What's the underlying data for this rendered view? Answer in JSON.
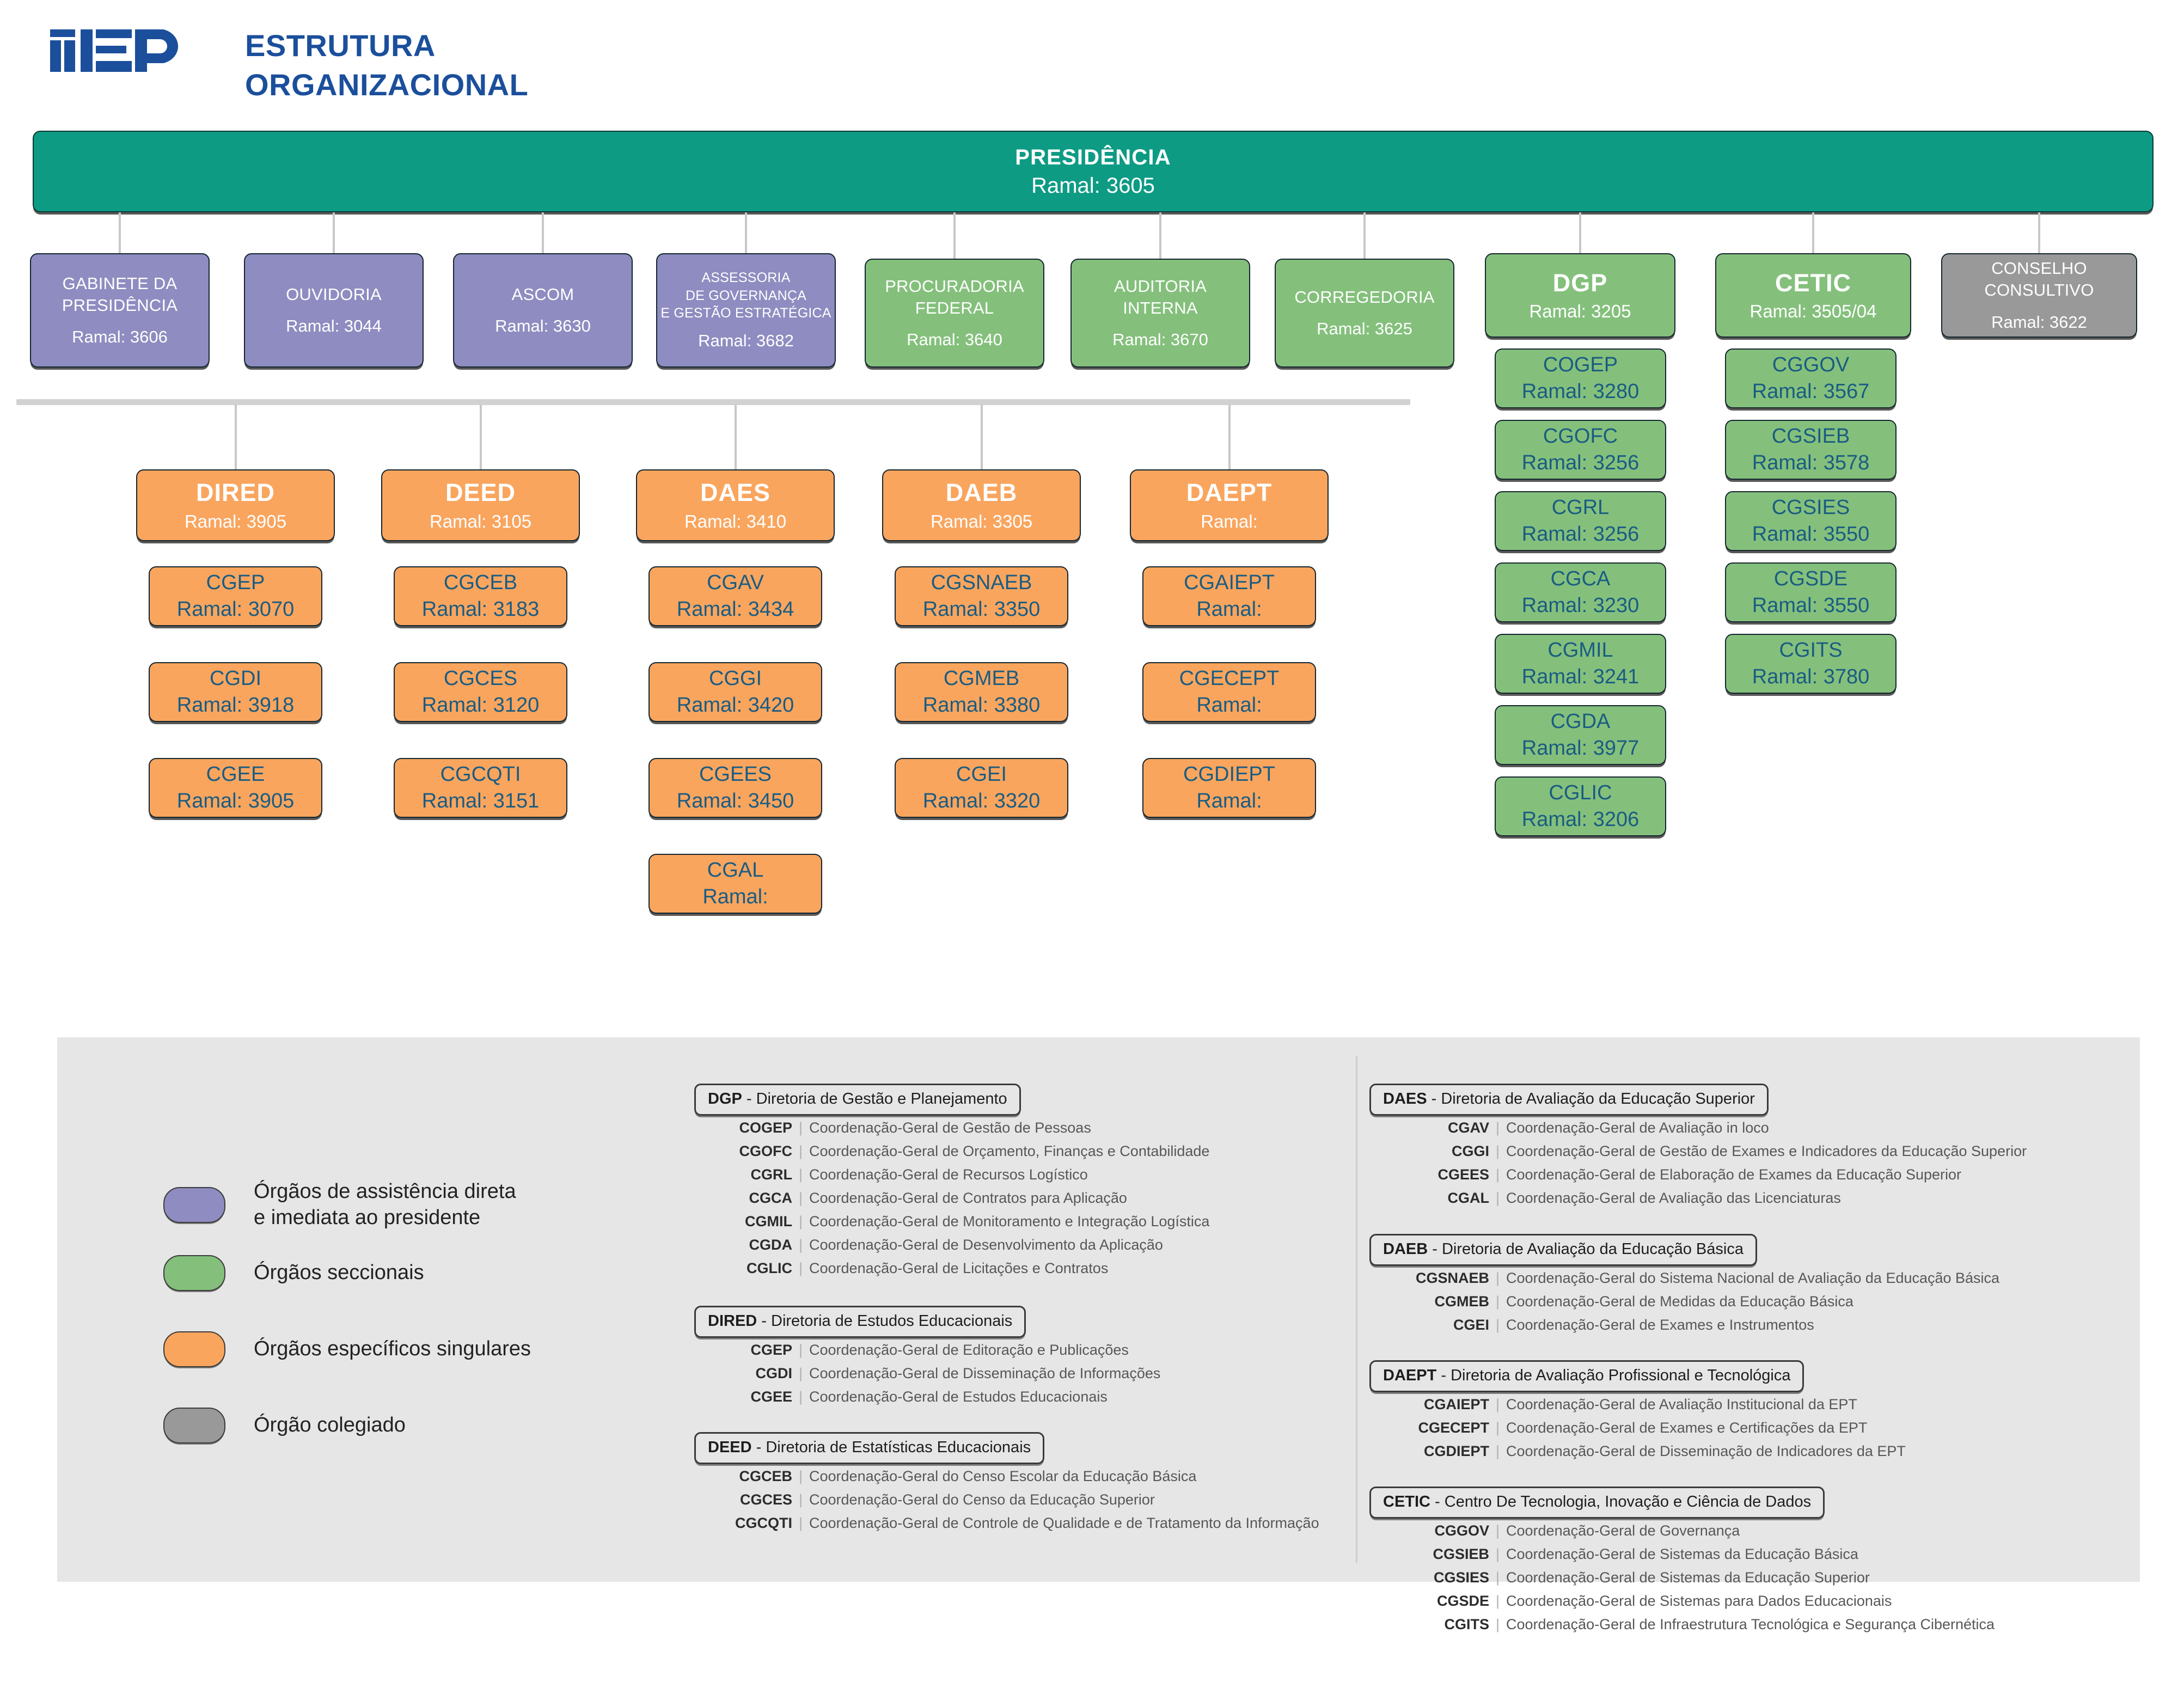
{
  "header": {
    "logo_alt": "INEP",
    "title_line1": "ESTRUTURA",
    "title_line2": "ORGANIZACIONAL",
    "brand_color": "#1b4f9c"
  },
  "colors": {
    "presidency": "#0d9b84",
    "assistance": "#8e8cc0",
    "sectional": "#84c07c",
    "specific": "#f9a55e",
    "collegiate": "#999999",
    "sub_text": "#1a5c82",
    "panel_bg": "#e6e6e6"
  },
  "presidency": {
    "title": "PRESIDÊNCIA",
    "ramal": "Ramal: 3605"
  },
  "row1": [
    {
      "title": "GABINETE DA\nPRESIDÊNCIA",
      "ramal": "Ramal: 3606",
      "type": "assistance"
    },
    {
      "title": "OUVIDORIA",
      "ramal": "Ramal: 3044",
      "type": "assistance"
    },
    {
      "title": "ASCOM",
      "ramal": "Ramal: 3630",
      "type": "assistance"
    },
    {
      "title": "ASSESSORIA\nDE GOVERNANÇA\nE GESTÃO ESTRATÉGICA",
      "ramal": "Ramal: 3682",
      "type": "assistance"
    },
    {
      "title": "PROCURADORIA\nFEDERAL",
      "ramal": "Ramal: 3640",
      "type": "sectional"
    },
    {
      "title": "AUDITORIA\nINTERNA",
      "ramal": "Ramal: 3670",
      "type": "sectional"
    },
    {
      "title": "CORREGEDORIA",
      "ramal": "Ramal: 3625",
      "type": "sectional"
    },
    {
      "title": "DGP",
      "ramal": "Ramal: 3205",
      "type": "sectional"
    },
    {
      "title": "CETIC",
      "ramal": "Ramal: 3505/04",
      "type": "sectional"
    },
    {
      "title": "CONSELHO\nCONSULTIVO",
      "ramal": "Ramal: 3622",
      "type": "collegiate"
    }
  ],
  "directorates": [
    {
      "title": "DIRED",
      "ramal": "Ramal: 3905",
      "children": [
        {
          "title": "CGEP",
          "ramal": "Ramal: 3070"
        },
        {
          "title": "CGDI",
          "ramal": "Ramal: 3918"
        },
        {
          "title": "CGEE",
          "ramal": "Ramal: 3905"
        }
      ]
    },
    {
      "title": "DEED",
      "ramal": "Ramal: 3105",
      "children": [
        {
          "title": "CGCEB",
          "ramal": "Ramal: 3183"
        },
        {
          "title": "CGCES",
          "ramal": "Ramal: 3120"
        },
        {
          "title": "CGCQTI",
          "ramal": "Ramal: 3151"
        }
      ]
    },
    {
      "title": "DAES",
      "ramal": "Ramal: 3410",
      "children": [
        {
          "title": "CGAV",
          "ramal": "Ramal: 3434"
        },
        {
          "title": "CGGI",
          "ramal": "Ramal: 3420"
        },
        {
          "title": "CGEES",
          "ramal": "Ramal: 3450"
        },
        {
          "title": "CGAL",
          "ramal": "Ramal:"
        }
      ]
    },
    {
      "title": "DAEB",
      "ramal": "Ramal: 3305",
      "children": [
        {
          "title": "CGSNAEB",
          "ramal": "Ramal: 3350"
        },
        {
          "title": "CGMEB",
          "ramal": "Ramal: 3380"
        },
        {
          "title": "CGEI",
          "ramal": "Ramal: 3320"
        }
      ]
    },
    {
      "title": "DAEPT",
      "ramal": "Ramal:",
      "children": [
        {
          "title": "CGAIEPT",
          "ramal": "Ramal:"
        },
        {
          "title": "CGECEPT",
          "ramal": "Ramal:"
        },
        {
          "title": "CGDIEPT",
          "ramal": "Ramal:"
        }
      ]
    }
  ],
  "dgp_children": [
    {
      "title": "COGEP",
      "ramal": "Ramal: 3280"
    },
    {
      "title": "CGOFC",
      "ramal": "Ramal: 3256"
    },
    {
      "title": "CGRL",
      "ramal": "Ramal: 3256"
    },
    {
      "title": "CGCA",
      "ramal": "Ramal: 3230"
    },
    {
      "title": "CGMIL",
      "ramal": "Ramal: 3241"
    },
    {
      "title": "CGDA",
      "ramal": "Ramal: 3977"
    },
    {
      "title": "CGLIC",
      "ramal": "Ramal: 3206"
    }
  ],
  "cetic_children": [
    {
      "title": "CGGOV",
      "ramal": "Ramal: 3567"
    },
    {
      "title": "CGSIEB",
      "ramal": "Ramal: 3578"
    },
    {
      "title": "CGSIES",
      "ramal": "Ramal: 3550"
    },
    {
      "title": "CGSDE",
      "ramal": "Ramal: 3550"
    },
    {
      "title": "CGITS",
      "ramal": "Ramal: 3780"
    }
  ],
  "legend": [
    {
      "color": "#8e8cc0",
      "label": "Órgãos de assistência direta\ne imediata ao presidente"
    },
    {
      "color": "#84c07c",
      "label": "Órgãos seccionais"
    },
    {
      "color": "#f9a55e",
      "label": "Órgãos específicos singulares"
    },
    {
      "color": "#999999",
      "label": "Órgão colegiado"
    }
  ],
  "glossary_left": [
    {
      "abbr": "DGP",
      "name": " - Diretoria de Gestão e Planejamento",
      "items": [
        {
          "abbr": "COGEP",
          "desc": "Coordenação-Geral de Gestão de Pessoas"
        },
        {
          "abbr": "CGOFC",
          "desc": "Coordenação-Geral de Orçamento, Finanças e Contabilidade"
        },
        {
          "abbr": "CGRL",
          "desc": "Coordenação-Geral de Recursos Logístico"
        },
        {
          "abbr": "CGCA",
          "desc": "Coordenação-Geral de Contratos para Aplicação"
        },
        {
          "abbr": "CGMIL",
          "desc": "Coordenação-Geral de Monitoramento e Integração Logística"
        },
        {
          "abbr": "CGDA",
          "desc": "Coordenação-Geral de Desenvolvimento da Aplicação"
        },
        {
          "abbr": "CGLIC",
          "desc": "Coordenação-Geral de Licitações e Contratos"
        }
      ]
    },
    {
      "abbr": "DIRED",
      "name": " - Diretoria de Estudos Educacionais",
      "items": [
        {
          "abbr": "CGEP",
          "desc": "Coordenação-Geral de Editoração e Publicações"
        },
        {
          "abbr": "CGDI",
          "desc": "Coordenação-Geral de Disseminação de Informações"
        },
        {
          "abbr": "CGEE",
          "desc": "Coordenação-Geral de Estudos Educacionais"
        }
      ]
    },
    {
      "abbr": "DEED",
      "name": " - Diretoria de Estatísticas Educacionais",
      "items": [
        {
          "abbr": "CGCEB",
          "desc": "Coordenação-Geral do Censo Escolar da Educação Básica"
        },
        {
          "abbr": "CGCES",
          "desc": "Coordenação-Geral do Censo da Educação Superior"
        },
        {
          "abbr": "CGCQTI",
          "desc": "Coordenação-Geral de Controle de Qualidade e de Tratamento da Informação"
        }
      ]
    }
  ],
  "glossary_right": [
    {
      "abbr": "DAES",
      "name": " - Diretoria de Avaliação da Educação Superior",
      "items": [
        {
          "abbr": "CGAV",
          "desc": "Coordenação-Geral de Avaliação in loco"
        },
        {
          "abbr": "CGGI",
          "desc": "Coordenação-Geral de Gestão de Exames e Indicadores da Educação Superior"
        },
        {
          "abbr": "CGEES",
          "desc": "Coordenação-Geral de Elaboração de Exames da Educação Superior"
        },
        {
          "abbr": "CGAL",
          "desc": "Coordenação-Geral de Avaliação das Licenciaturas"
        }
      ]
    },
    {
      "abbr": "DAEB",
      "name": " - Diretoria de Avaliação da Educação Básica",
      "items": [
        {
          "abbr": "CGSNAEB",
          "desc": "Coordenação-Geral do Sistema Nacional de Avaliação da Educação Básica"
        },
        {
          "abbr": "CGMEB",
          "desc": "Coordenação-Geral de Medidas da Educação Básica"
        },
        {
          "abbr": "CGEI",
          "desc": "Coordenação-Geral de Exames e Instrumentos"
        }
      ]
    },
    {
      "abbr": "DAEPT",
      "name": " - Diretoria de Avaliação Profissional e Tecnológica",
      "items": [
        {
          "abbr": "CGAIEPT",
          "desc": "Coordenação-Geral de Avaliação Institucional da EPT"
        },
        {
          "abbr": "CGECEPT",
          "desc": "Coordenação-Geral de Exames e Certificações da EPT"
        },
        {
          "abbr": "CGDIEPT",
          "desc": "Coordenação-Geral de Disseminação de Indicadores da EPT"
        }
      ]
    },
    {
      "abbr": "CETIC",
      "name": " - Centro De Tecnologia, Inovação e Ciência de Dados",
      "items": [
        {
          "abbr": "CGGOV",
          "desc": "Coordenação-Geral de Governança"
        },
        {
          "abbr": "CGSIEB",
          "desc": "Coordenação-Geral de Sistemas da Educação Básica"
        },
        {
          "abbr": "CGSIES",
          "desc": "Coordenação-Geral de Sistemas da Educação Superior"
        },
        {
          "abbr": "CGSDE",
          "desc": "Coordenação-Geral de Sistemas para Dados Educacionais"
        },
        {
          "abbr": "CGITS",
          "desc": "Coordenação-Geral de Infraestrutura Tecnológica e Segurança Cibernética"
        }
      ]
    }
  ]
}
